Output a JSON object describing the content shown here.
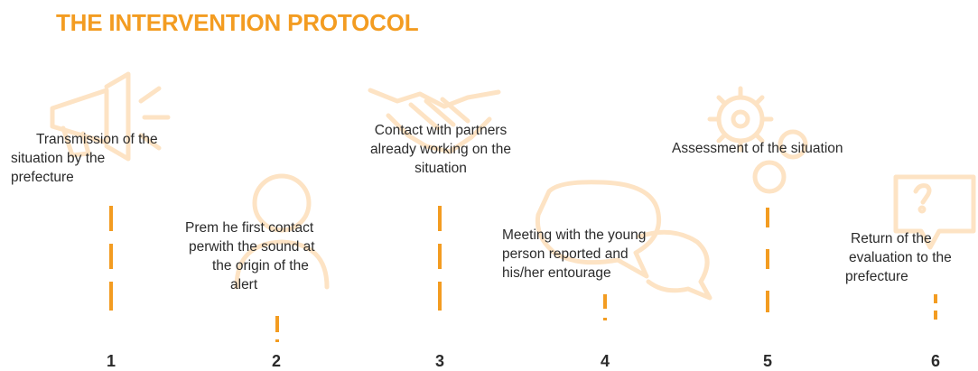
{
  "title": "THE INTERVENTION PROTOCOL",
  "accent_color": "#f39c21",
  "steps": [
    {
      "number": "1",
      "lines": [
        "Transmission of the",
        "situation by the",
        "prefecture"
      ],
      "icon": "megaphone-icon"
    },
    {
      "number": "2",
      "lines": [
        "Prem he first contact",
        "perwith the sound at",
        "the origin of the",
        "alert"
      ],
      "icon": "person-icon"
    },
    {
      "number": "3",
      "lines": [
        "Contact with partners",
        "already working on the",
        "situation"
      ],
      "icon": "handshake-icon"
    },
    {
      "number": "4",
      "lines": [
        "Meeting with the young",
        "person reported and",
        "his/her entourage"
      ],
      "icon": "speech-bubbles-icon"
    },
    {
      "number": "5",
      "lines": [
        "Assessment of the situation"
      ],
      "icon": "gears-icon"
    },
    {
      "number": "6",
      "lines": [
        "Return of the",
        "evaluation to the",
        "prefecture"
      ],
      "icon": "lightbulb-question-icon"
    }
  ]
}
